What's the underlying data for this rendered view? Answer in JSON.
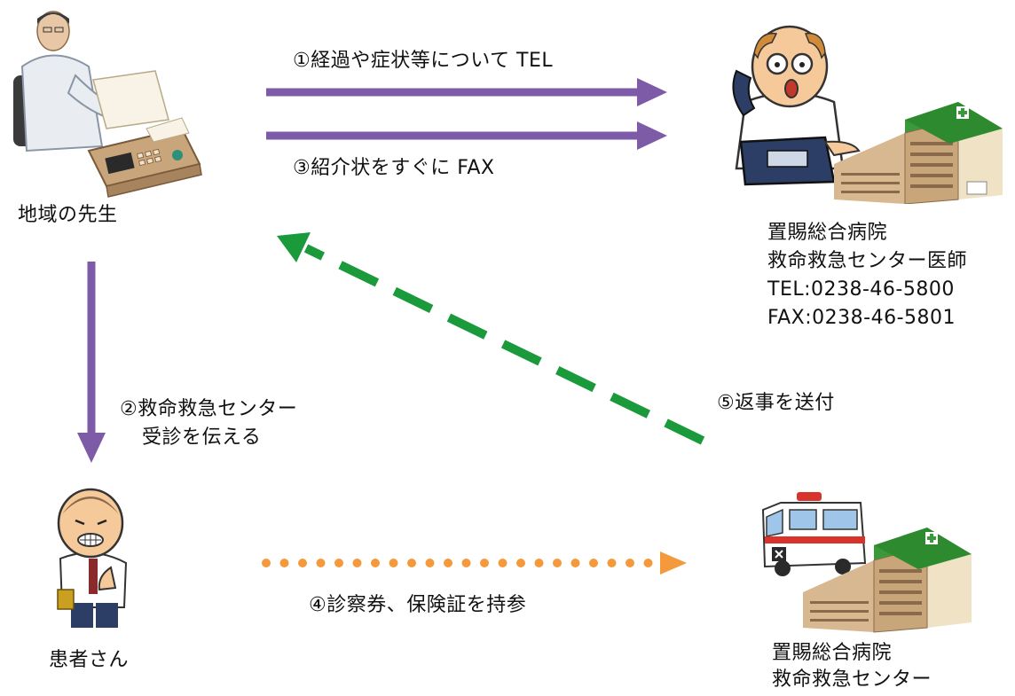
{
  "nodes": {
    "local_doctor": {
      "label": "地域の先生"
    },
    "hospital_doctor": {
      "name": "置賜総合病院",
      "role": "救命救急センター医師",
      "tel": "TEL:0238-46-5800",
      "fax": "FAX:0238-46-5801"
    },
    "patient": {
      "label": "患者さん"
    },
    "emergency_center": {
      "name": "置賜総合病院",
      "dept": "救命救急センター"
    }
  },
  "steps": {
    "s1": "①経過や症状等について TEL",
    "s2_line1": "②救命救急センター",
    "s2_line2": "受診を伝える",
    "s3": "③紹介状をすぐに FAX",
    "s4": "④診察券、保険証を持参",
    "s5": "⑤返事を送付"
  },
  "colors": {
    "purple_arrow": "#7d5ba6",
    "green_arrow": "#1a9a3a",
    "orange_arrow": "#f59a3c",
    "hospital_green": "#3a9a3a",
    "building_tan": "#d8b890"
  },
  "icons": {
    "local_doctor": "doctor-at-desk-with-fax-illustration",
    "hospital_doctor": "doctor-on-telephone-illustration",
    "hospital": "hospital-building-illustration",
    "patient": "sick-patient-illustration",
    "ambulance": "ambulance-illustration"
  }
}
